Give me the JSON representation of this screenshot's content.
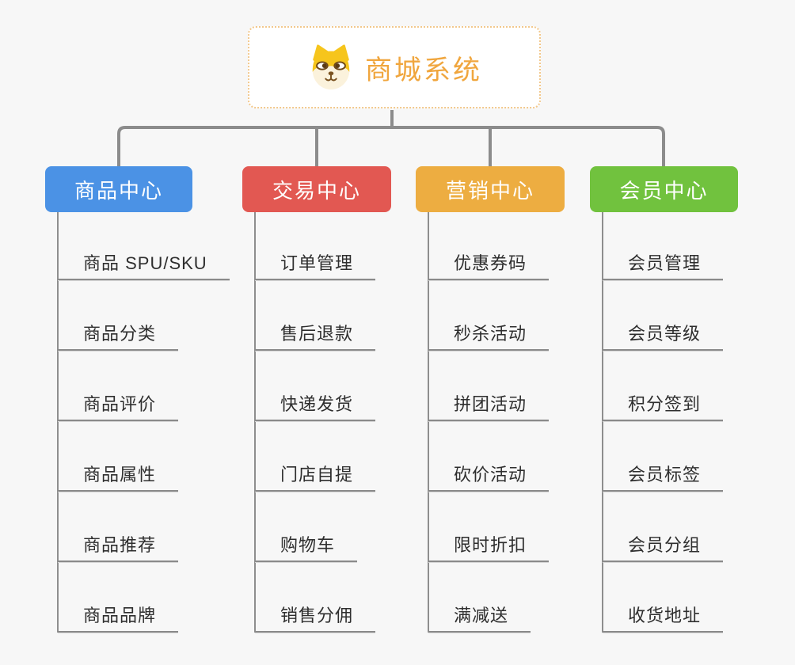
{
  "root": {
    "title": "商城系统",
    "icon": "doge-icon",
    "title_color": "#f0a63e",
    "border_color": "#f2c88c"
  },
  "branches": [
    {
      "id": "product-center",
      "label": "商品中心",
      "color": "#4b92e5",
      "children": [
        "商品 SPU/SKU",
        "商品分类",
        "商品评价",
        "商品属性",
        "商品推荐",
        "商品品牌"
      ]
    },
    {
      "id": "trade-center",
      "label": "交易中心",
      "color": "#e25852",
      "children": [
        "订单管理",
        "售后退款",
        "快递发货",
        "门店自提",
        "购物车",
        "销售分佣"
      ]
    },
    {
      "id": "marketing-center",
      "label": "营销中心",
      "color": "#edad41",
      "children": [
        "优惠券码",
        "秒杀活动",
        "拼团活动",
        "砍价活动",
        "限时折扣",
        "满减送"
      ]
    },
    {
      "id": "member-center",
      "label": "会员中心",
      "color": "#71c23e",
      "children": [
        "会员管理",
        "会员等级",
        "积分签到",
        "会员标签",
        "会员分组",
        "收货地址"
      ]
    }
  ],
  "colors": {
    "background": "#f7f7f7",
    "connector": "#8c8c8c",
    "leaf_line": "#8a8a8a",
    "leaf_text": "#2e2e2e"
  }
}
